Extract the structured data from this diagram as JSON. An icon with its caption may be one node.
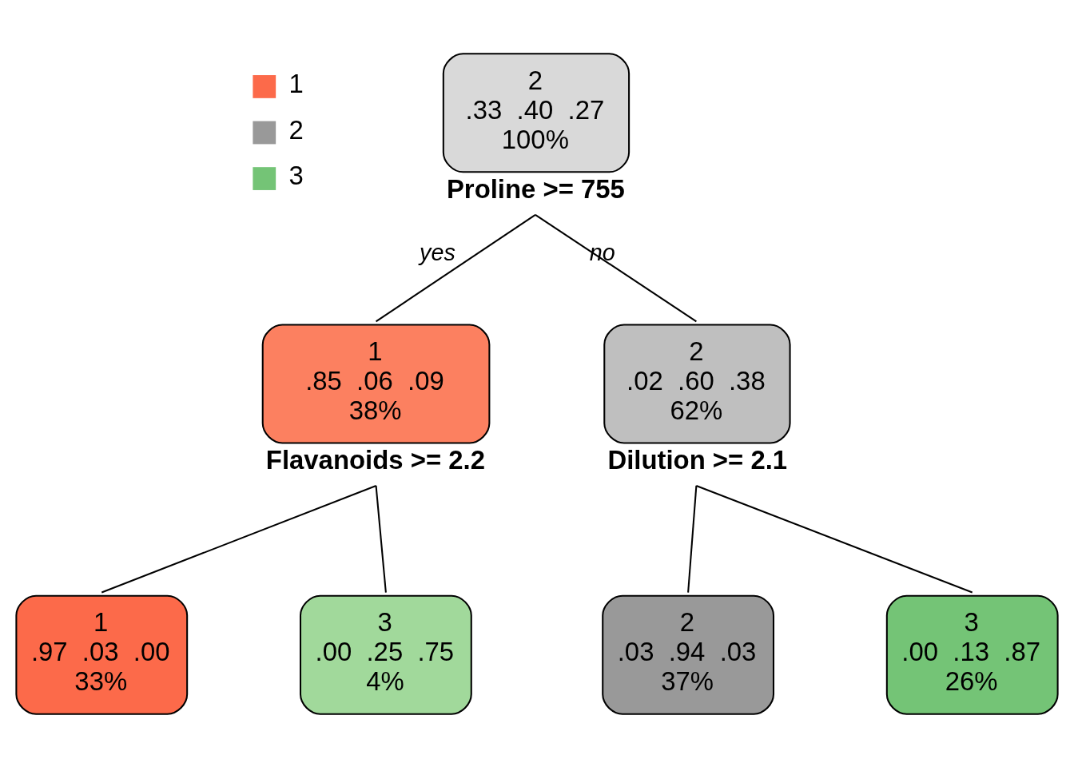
{
  "diagram": {
    "nodes": [
      {
        "text": [
          "2",
          ".33  .40  .27",
          "100%"
        ],
        "beside": [
          "Proline >= 755"
        ]
      },
      {
        "text": [
          "1",
          ".85  .06  .09",
          "38%"
        ],
        "beside": [
          "Flavanoids >= 2.2"
        ]
      },
      {
        "text": [
          "2",
          ".02  .60  .38",
          "62%"
        ],
        "beside": [
          "Dilution >= 2.1"
        ]
      },
      {
        "text": [
          "1",
          ".97  .03  .00",
          "33%"
        ]
      },
      {
        "text": [
          "3",
          ".00  .25  .75",
          "4%"
        ]
      },
      {
        "text": [
          "2",
          ".03  .94  .03",
          "37%"
        ]
      },
      {
        "text": [
          "3",
          ".00  .13  .87",
          "26%"
        ]
      }
    ],
    "edges": [
      {
        "from": 0,
        "to": 1,
        "arrow": "none",
        "label": "yes"
      },
      {
        "from": 0,
        "to": 2,
        "arrow": "none",
        "label": "no"
      },
      {
        "from": 1,
        "to": 3,
        "arrow": "none"
      },
      {
        "from": 1,
        "to": 4,
        "arrow": "none"
      },
      {
        "from": 2,
        "to": 5,
        "arrow": "none"
      },
      {
        "from": 2,
        "to": 6,
        "arrow": "none"
      }
    ],
    "legend": [
      {
        "text": "1",
        "color": "#fc6a4a"
      },
      {
        "text": "2",
        "color": "#999999"
      },
      {
        "text": "3",
        "color": "#74c476"
      }
    ]
  }
}
